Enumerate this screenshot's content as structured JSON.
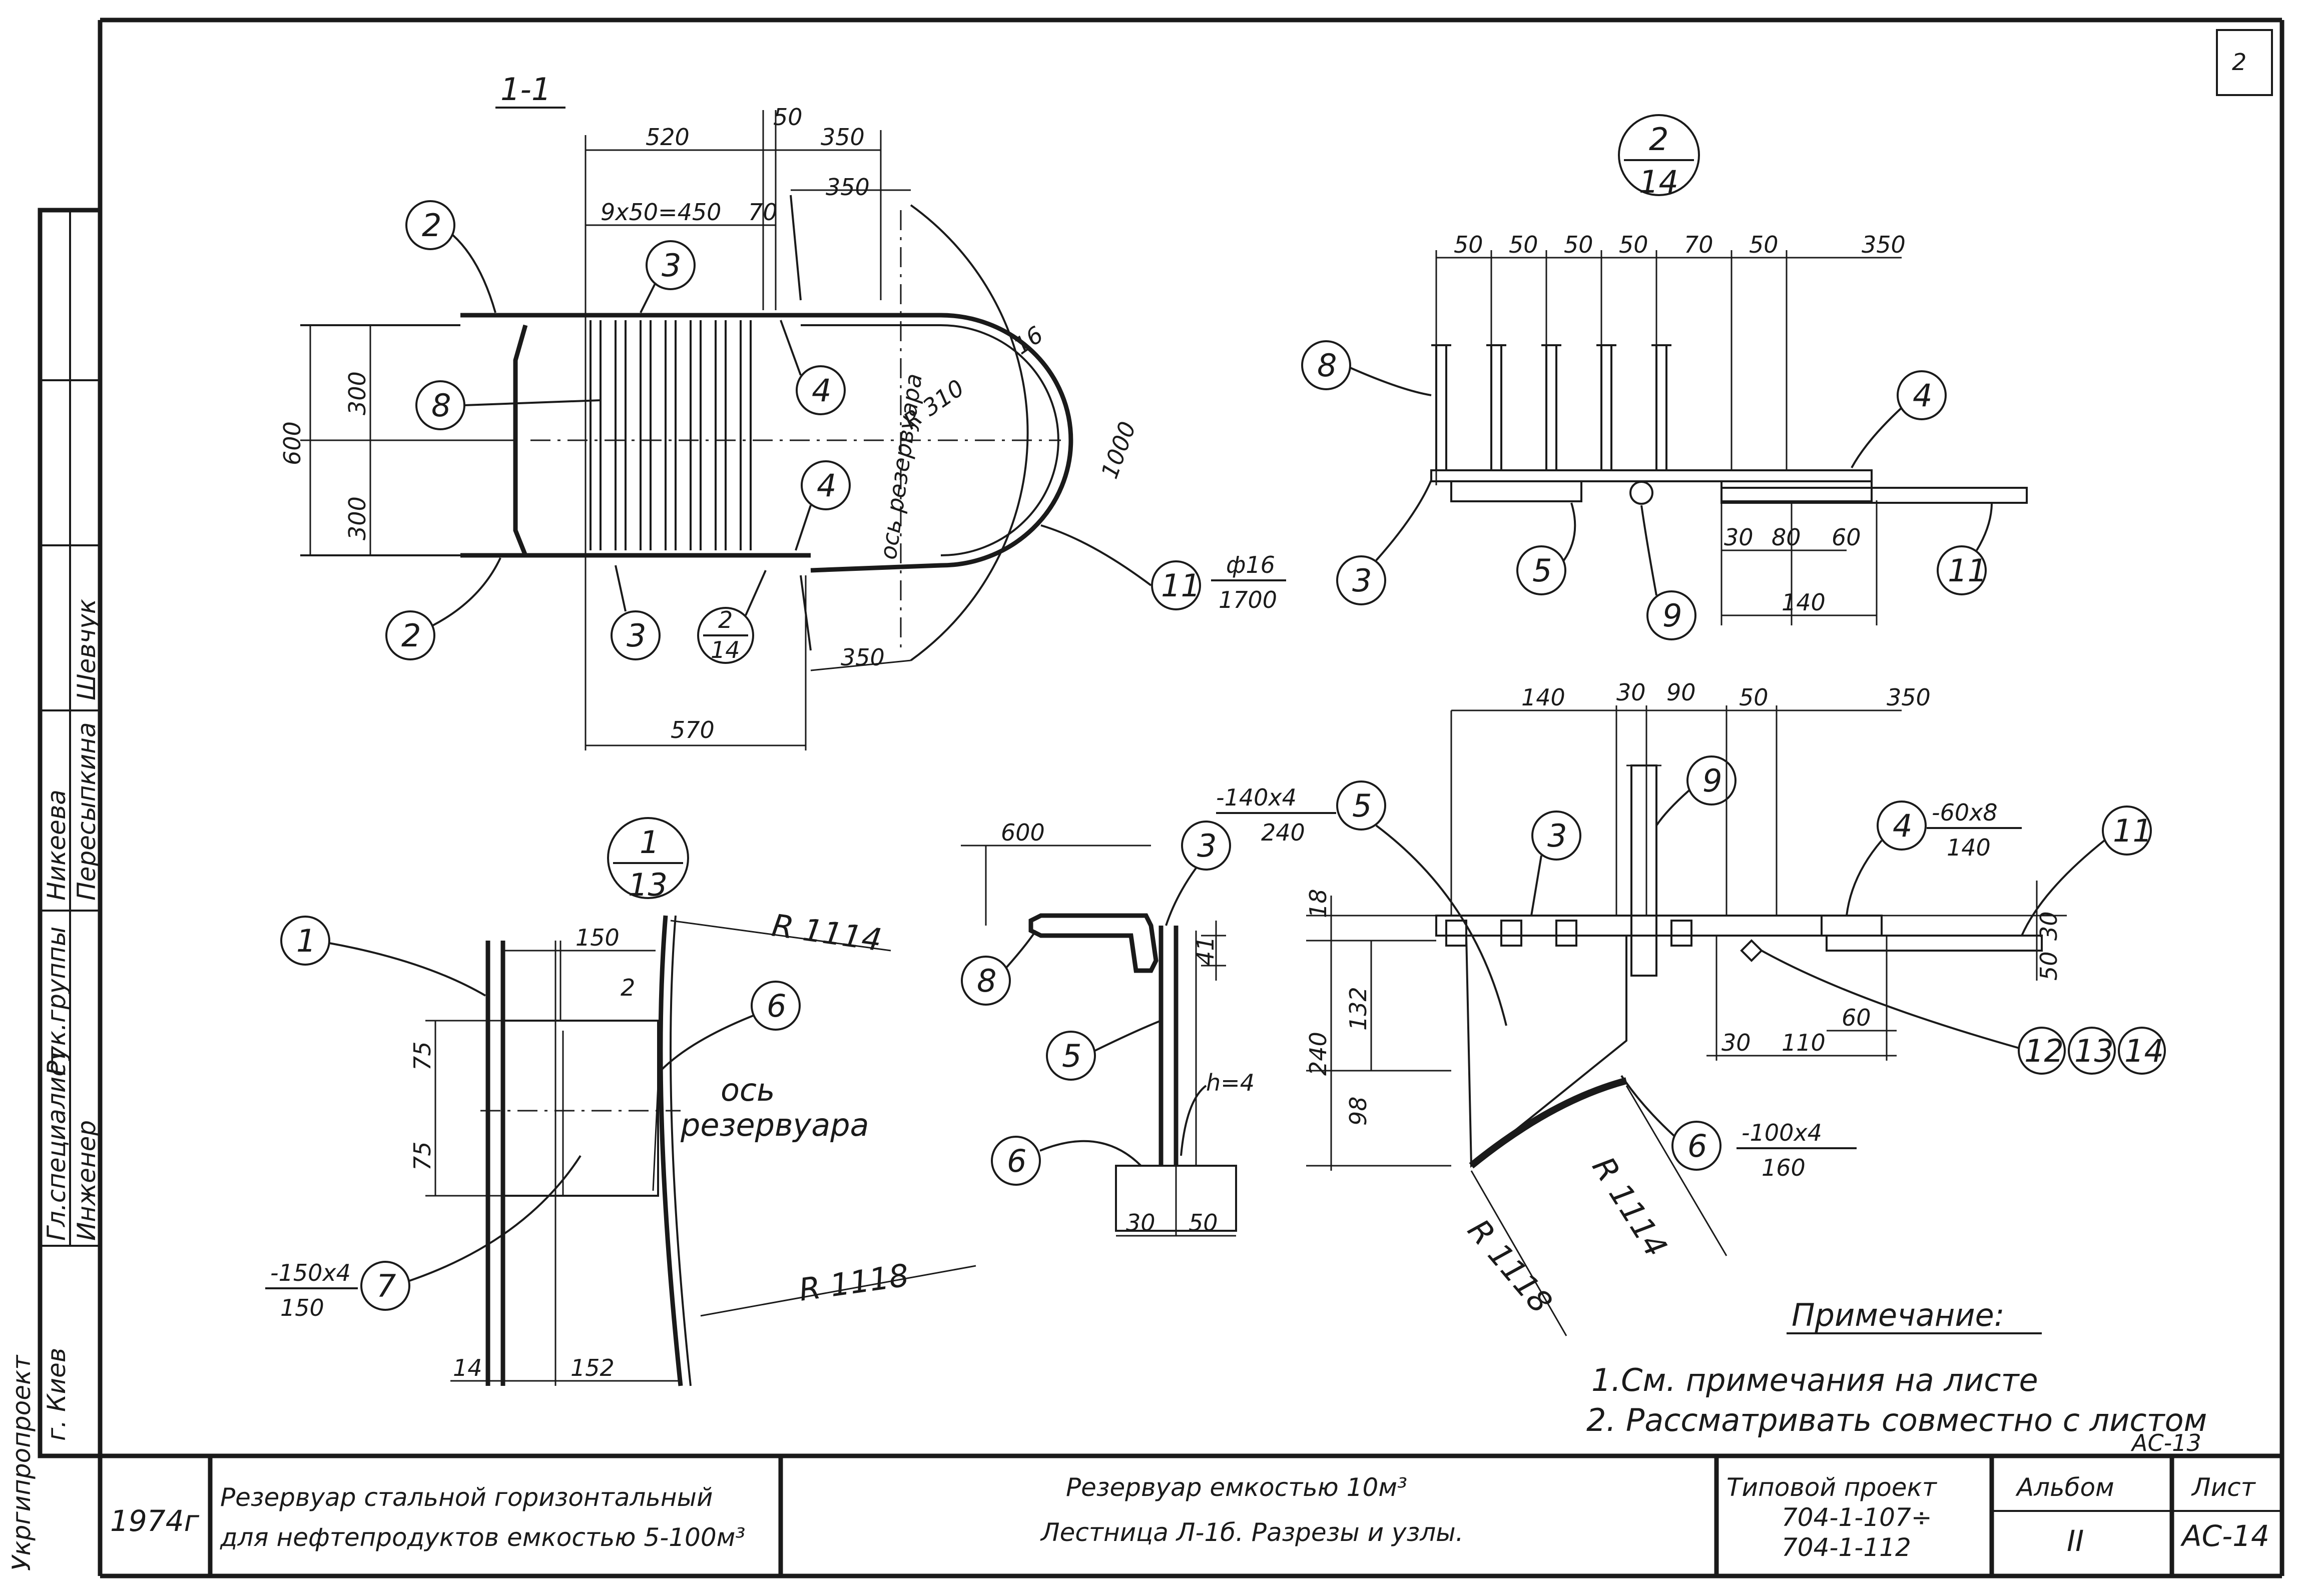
{
  "sheet_corner": "2",
  "section_1_1": {
    "title": "1-1",
    "dims": [
      "520",
      "50",
      "350",
      "9x50=450",
      "70",
      "350",
      "300",
      "300",
      "600",
      "R 310",
      "16",
      "1000",
      "350",
      "570",
      "ось резервуара"
    ],
    "callouts": [
      "2",
      "3",
      "8",
      "4",
      "4",
      "2",
      "3",
      "11"
    ],
    "ref_node": {
      "num": "2",
      "den": "14"
    },
    "rod_spec": {
      "num": "ф16",
      "den": "1700"
    }
  },
  "node_2_14": {
    "title": {
      "num": "2",
      "den": "14"
    },
    "dims": [
      "50",
      "50",
      "50",
      "50",
      "70",
      "50",
      "350",
      "30",
      "80",
      "60",
      "140"
    ],
    "callouts": [
      "8",
      "4",
      "3",
      "5",
      "9",
      "11"
    ]
  },
  "node_1_13": {
    "title": {
      "num": "1",
      "den": "13"
    },
    "dims": [
      "150",
      "2",
      "R 1114",
      "75",
      "75",
      "R 1118",
      "14",
      "152"
    ],
    "axis_label": [
      "ось",
      "резервуара"
    ],
    "callouts": [
      "1",
      "6",
      "7"
    ],
    "plate_spec": {
      "num": "-150x4",
      "den": "150"
    }
  },
  "node_middle": {
    "dims": [
      "600",
      "41",
      "h=4",
      "30",
      "50"
    ],
    "callouts": [
      "3",
      "8",
      "5",
      "6"
    ]
  },
  "node_right": {
    "dims": [
      "140",
      "30",
      "90",
      "50",
      "350",
      "18",
      "132",
      "240",
      "98",
      "30",
      "110",
      "60",
      "30",
      "50",
      "R 1114",
      "R 1118"
    ],
    "callouts": [
      "5",
      "3",
      "9",
      "4",
      "11",
      "6",
      "12",
      "13",
      "14"
    ],
    "spec_5": {
      "num": "-140x4",
      "den": "240"
    },
    "spec_4": {
      "num": "-60x8",
      "den": "140"
    },
    "spec_6": {
      "num": "-100x4",
      "den": "160"
    }
  },
  "notes": {
    "title": "Примечание:",
    "items": [
      "1.См. примечания на листе",
      "2. Рассматривать совместно с листом"
    ],
    "ref": "АС-13"
  },
  "side_stamp": {
    "roles": [
      "Гл.специалист",
      "Рук.группы",
      "Инженер"
    ],
    "names": [
      "Никеева",
      "Пересыпкина",
      "Шевчук"
    ],
    "institute": [
      "Укргипропроект",
      "г. Киев"
    ]
  },
  "title_block": {
    "year": "1974г",
    "org_line1": "Резервуар стальной горизонтальный",
    "org_line2": "для нефтепродуктов емкостью 5-100м³",
    "desc_line1": "Резервуар емкостью 10м³",
    "desc_line2": "Лестница Л-1б. Разрезы и узлы.",
    "project_label": "Типовой проект",
    "project_range1": "704-1-107÷",
    "project_range2": "704-1-112",
    "album_label": "Альбом",
    "album_value": "II",
    "sheet_label": "Лист",
    "sheet_value": "АС-14"
  }
}
